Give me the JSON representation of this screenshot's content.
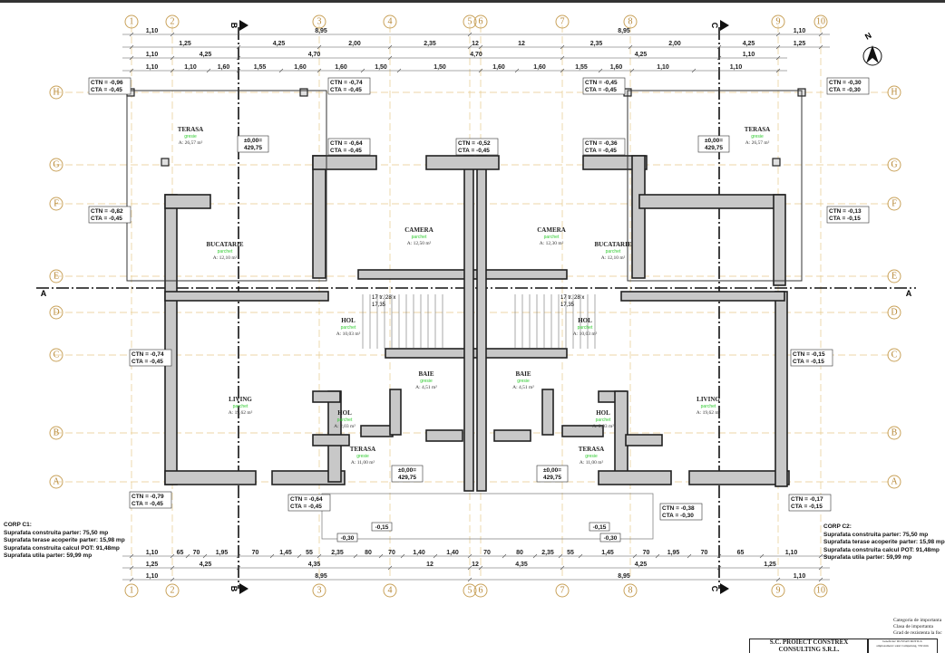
{
  "grid": {
    "columns": [
      "1",
      "2",
      "3",
      "4",
      "5",
      "6",
      "7",
      "8",
      "9",
      "10"
    ],
    "rows": [
      "H",
      "G",
      "F",
      "E",
      "D",
      "C",
      "B",
      "A"
    ],
    "sections": {
      "vertical_left": "B",
      "vertical_right": "C",
      "horizontal": "A"
    }
  },
  "dimensions": {
    "top_row1": [
      "1,10",
      "8,95",
      "8,95",
      "1,10"
    ],
    "top_row2": [
      "1,25",
      "4,25",
      "2,00",
      "2,35",
      "12",
      "12",
      "2,35",
      "2,00",
      "4,25",
      "1,25"
    ],
    "top_row3": [
      "1,10",
      "4,25",
      "4,70",
      "4,70",
      "4,25",
      "1,10"
    ],
    "top_row4": [
      "1,10",
      "1,10",
      "1,60",
      "1,55",
      "1,60",
      "1,60",
      "1,50",
      "1,50",
      "1,60",
      "1,60",
      "1,55",
      "1,60",
      "1,10",
      "1,10"
    ],
    "bottom_row1": [
      "1,10",
      "65",
      "70",
      "1,95",
      "70",
      "1,45",
      "55",
      "2,35",
      "80",
      "70",
      "1,40",
      "1,40",
      "70",
      "80",
      "2,35",
      "55",
      "1,45",
      "70",
      "1,95",
      "70",
      "65",
      "1,10"
    ],
    "bottom_row2": [
      "1,25",
      "4,25",
      "4,35",
      "12",
      "12",
      "4,35",
      "4,25",
      "1,25"
    ],
    "bottom_row3": [
      "1,10",
      "8,95",
      "8,95",
      "1,10"
    ]
  },
  "rooms": [
    {
      "name": "TERASA",
      "finish": "gresie",
      "area": "A: 26,57 m²"
    },
    {
      "name": "BUCATARIE",
      "finish": "parchet",
      "area": "A: 12,10 m²"
    },
    {
      "name": "CAMERA",
      "finish": "parchet",
      "area": "A: 12,50 m²"
    },
    {
      "name": "HOL",
      "finish": "parchet",
      "area": "A: 10,03 m²"
    },
    {
      "name": "LIVING",
      "finish": "parchet",
      "area": "A: 19,62 m²"
    },
    {
      "name": "HOL",
      "finish": "parchet",
      "area": "A: 2,03 m²"
    },
    {
      "name": "BAIE",
      "finish": "gresie",
      "area": "A: 4,51 m²"
    },
    {
      "name": "TERASA",
      "finish": "gresie",
      "area": "A: 11,00 m²"
    },
    {
      "name": "CAMERA",
      "finish": "parchet",
      "area": "A: 12,30 m²"
    },
    {
      "name": "BUCATARIE",
      "finish": "parchet",
      "area": "A: 12,10 m²"
    },
    {
      "name": "HOL",
      "finish": "parchet",
      "area": "A: 10,03 m²"
    },
    {
      "name": "BAIE",
      "finish": "gresie",
      "area": "A: 4,51 m²"
    },
    {
      "name": "HOL",
      "finish": "parchet",
      "area": "A: 2,03 m²"
    },
    {
      "name": "LIVING",
      "finish": "parchet",
      "area": "A: 19,62 m²"
    },
    {
      "name": "TERASA",
      "finish": "gresie",
      "area": "A: 11,00 m²"
    },
    {
      "name": "TERASA",
      "finish": "gresie",
      "area": "A: 26,57 m²"
    }
  ],
  "levels": [
    [
      "CTN = -0,96",
      "CTA = -0,45"
    ],
    [
      "CTN = -0,74",
      "CTA = -0,45"
    ],
    [
      "CTN = -0,45",
      "CTA = -0,45"
    ],
    [
      "CTN = -0,30",
      "CTA = -0,30"
    ],
    [
      "CTN = -0,64",
      "CTA = -0,45"
    ],
    [
      "CTN = -0,52",
      "CTA = -0,45"
    ],
    [
      "CTN = -0,36",
      "CTA = -0,45"
    ],
    [
      "CTN = -0,82",
      "CTA = -0,45"
    ],
    [
      "CTN = -0,13",
      "CTA = -0,15"
    ],
    [
      "CTN = -0,74",
      "CTA = -0,45"
    ],
    [
      "CTN = -0,15",
      "CTA = -0,15"
    ],
    [
      "CTN = -0,79",
      "CTA = -0,45"
    ],
    [
      "CTN = -0,64",
      "CTA = -0,45"
    ],
    [
      "CTN = -0,38",
      "CTA = -0,30"
    ],
    [
      "CTN = -0,17",
      "CTA = -0,15"
    ]
  ],
  "elevation_marks": [
    [
      "±0,00=",
      "429,75"
    ],
    [
      "±0,00=",
      "429,75"
    ],
    [
      "±0,00=",
      "429,75"
    ],
    [
      "±0,00=",
      "429,75"
    ]
  ],
  "stairs": [
    "17 tr. 28 x",
    "17,35"
  ],
  "terrace_levels": [
    "-0,15",
    "-0,30",
    "-0,15",
    "-0,30"
  ],
  "corp_c1": {
    "title": "CORP C1:",
    "lines": [
      "Suprafata construita parter: 75,50 mp",
      "Suprafata terase acoperite parter: 15,98 mp",
      "Suprafata construita calcul POT: 91,48mp",
      "Suprafata utila parter: 59,99 mp"
    ]
  },
  "corp_c2": {
    "title": "CORP C2:",
    "lines": [
      "Suprafata construita parter: 75,50 mp",
      "Suprafata terase acoperite parter: 15,98 mp",
      "Suprafata construita calcul POT: 91,48mp",
      "Suprafata utila parter: 59,99 mp"
    ]
  },
  "title_block": {
    "categories": [
      "Categoria de importanta",
      "Clasa de importanta",
      "Grad de rezistenta la foc"
    ],
    "company": [
      "S.C. PROIECT CONSTREX",
      "CONSULTING S.R.L."
    ],
    "beneficiary": [
      "beneficiar: RUSTAN ROTICA",
      "amplasament: satul Campulung, 550 mm"
    ]
  },
  "north_label": "N",
  "colors": {
    "grid": "#c9a25a",
    "wall": "#c8c8c8",
    "finish": "#33cc33"
  }
}
